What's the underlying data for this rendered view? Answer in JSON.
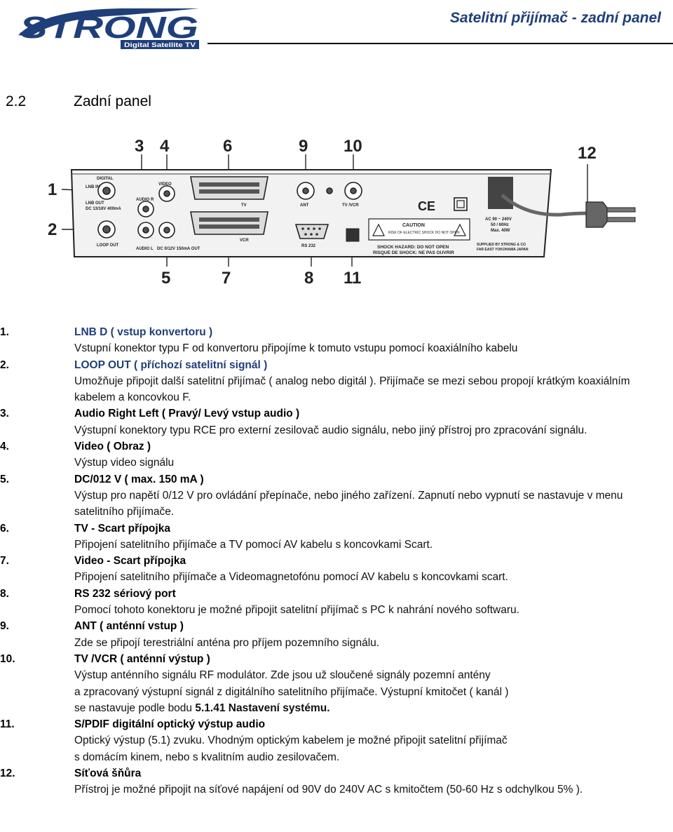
{
  "header": {
    "logo_text": "STRONG",
    "logo_subtitle": "Digital Satellite TV",
    "title": "Satelitní přijímač - zadní panel"
  },
  "section": {
    "number": "2.2",
    "title": "Zadní panel"
  },
  "figure": {
    "callouts": {
      "c1": "1",
      "c2": "2",
      "c3": "3",
      "c4": "4",
      "c5": "5",
      "c6": "6",
      "c7": "7",
      "c8": "8",
      "c9": "9",
      "c10": "10",
      "c11": "11",
      "c12": "12"
    },
    "panel_labels": {
      "digital": "DIGITAL",
      "lnb_in": "LNB IN",
      "lnb_out": "LNB OUT",
      "lnb_out_spec": "DC 13/18V 400mA",
      "loop_out": "LOOP OUT",
      "audio_r": "AUDIO R",
      "audio_l": "AUDIO L",
      "video": "VIDEO",
      "dc_out": "DC 0/12V 150mA OUT",
      "tv": "TV",
      "vcr": "VCR",
      "ant": "ANT",
      "tv_vcr": "TV /VCR",
      "rs232": "RS 232",
      "ce": "CE",
      "caution": "CAUTION",
      "caution_sub": "RISK OF ELECTRIC SHOCK DO NOT OPEN",
      "shock_hazard": "SHOCK HAZARD: DO NOT OPEN",
      "risque": "RISQUE DE SHOCK: NE PAS OUVRIR",
      "power_spec_1": "AC 90 ~ 240V",
      "power_spec_2": "50 / 60Hz",
      "power_spec_3": "Max. 40W",
      "supplier_1": "SUPPLIED BY STRONG & CO",
      "supplier_2": "FAR EAST YOKOHAMA JAPAN"
    }
  },
  "items": [
    {
      "num": "1.",
      "title": "LNB D  ( vstup konvertoru )",
      "title_color": "#1f3f7a",
      "desc": [
        "Vstupní konektor typu F od konvertoru  připojíme k tomuto vstupu pomocí koaxiálního kabelu"
      ]
    },
    {
      "num": "2.",
      "title": "LOOP OUT ( příchozí satelitní signál )",
      "title_color": "#1f3f7a",
      "desc": [
        "Umožňuje připojit další satelitní přijímač ( analog nebo digitál ). Přijímače se mezi sebou propojí krátkým koaxiálním kabelem a koncovkou F."
      ]
    },
    {
      "num": "3.",
      "title": "Audio Right Left ( Pravý/ Levý vstup audio )",
      "desc": [
        "Výstupní konektory typu RCE pro externí zesilovač audio signálu, nebo jiný přístroj pro zpracování signálu."
      ]
    },
    {
      "num": "4.",
      "title": "Video ( Obraz )",
      "desc": [
        "Výstup video signálu"
      ]
    },
    {
      "num": "5.",
      "title": "DC/012 V ( max. 150 mA )",
      "desc": [
        "Výstup pro napětí 0/12 V pro ovládání přepínače, nebo jiného zařízení. Zapnutí nebo vypnutí se nastavuje v menu satelitního přijímače."
      ]
    },
    {
      "num": "6.",
      "title": "TV - Scart přípojka",
      "desc": [
        "Připojení satelitního přijímače a TV pomocí AV kabelu s koncovkami Scart."
      ]
    },
    {
      "num": "7.",
      "title": "Video - Scart přípojka",
      "desc": [
        "Připojení satelitního přijímače a Videomagnetofónu pomocí AV kabelu s koncovkami scart."
      ]
    },
    {
      "num": "8.",
      "title": "RS 232 sériový port",
      "desc": [
        "Pomocí tohoto konektoru je možné připojit satelitní přijímač s PC  k nahrání nového softwaru."
      ]
    },
    {
      "num": "9.",
      "title": "ANT ( anténní vstup )",
      "desc": [
        "Zde se připojí terestriální anténa pro příjem pozemního signálu."
      ]
    },
    {
      "num": "10.",
      "title": "TV /VCR ( anténní výstup )",
      "desc": [
        "Výstup anténního signálu RF modulátor. Zde jsou už sloučené signály pozemní antény",
        "a zpracovaný výstupní signál z digitálního satelitního přijímače. Výstupní kmitočet ( kanál )"
      ],
      "desc_tail": "se nastavuje podle bodu ",
      "desc_ref": "5.1.41 Nastavení systému."
    },
    {
      "num": "11.",
      "title": "S/PDIF digitální optický výstup audio",
      "desc": [
        "Optický výstup (5.1) zvuku. Vhodným optickým kabelem je možné připojit satelitní přijímač",
        "s domácím kinem, nebo s kvalitním audio zesilovačem."
      ]
    },
    {
      "num": "12.",
      "title": "Síťová šňůra",
      "desc": [
        "Přístroj je možné připojit na síťové napájení od 90V do 240V AC s kmitočtem (50-60 Hz s odchylkou 5% )."
      ]
    }
  ]
}
